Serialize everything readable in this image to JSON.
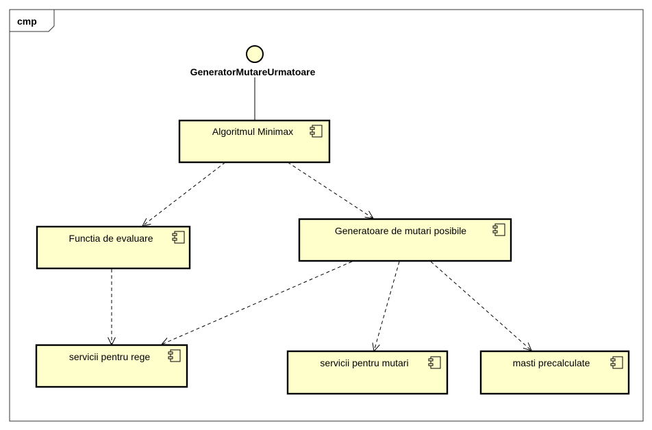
{
  "frame": {
    "label": "cmp"
  },
  "interface": {
    "name": "GeneratorMutareUrmatoare"
  },
  "components": {
    "minimax": "Algoritmul Minimax",
    "evaluation": "Functia de evaluare",
    "move_generators": "Generatoare de mutari posibile",
    "king_services": "servicii pentru rege",
    "move_services": "servicii pentru mutari",
    "precalc_masks": "masti precalculate"
  },
  "colors": {
    "component_fill": "#ffffcc",
    "interface_fill": "#ffffcc",
    "stroke": "#000000"
  }
}
